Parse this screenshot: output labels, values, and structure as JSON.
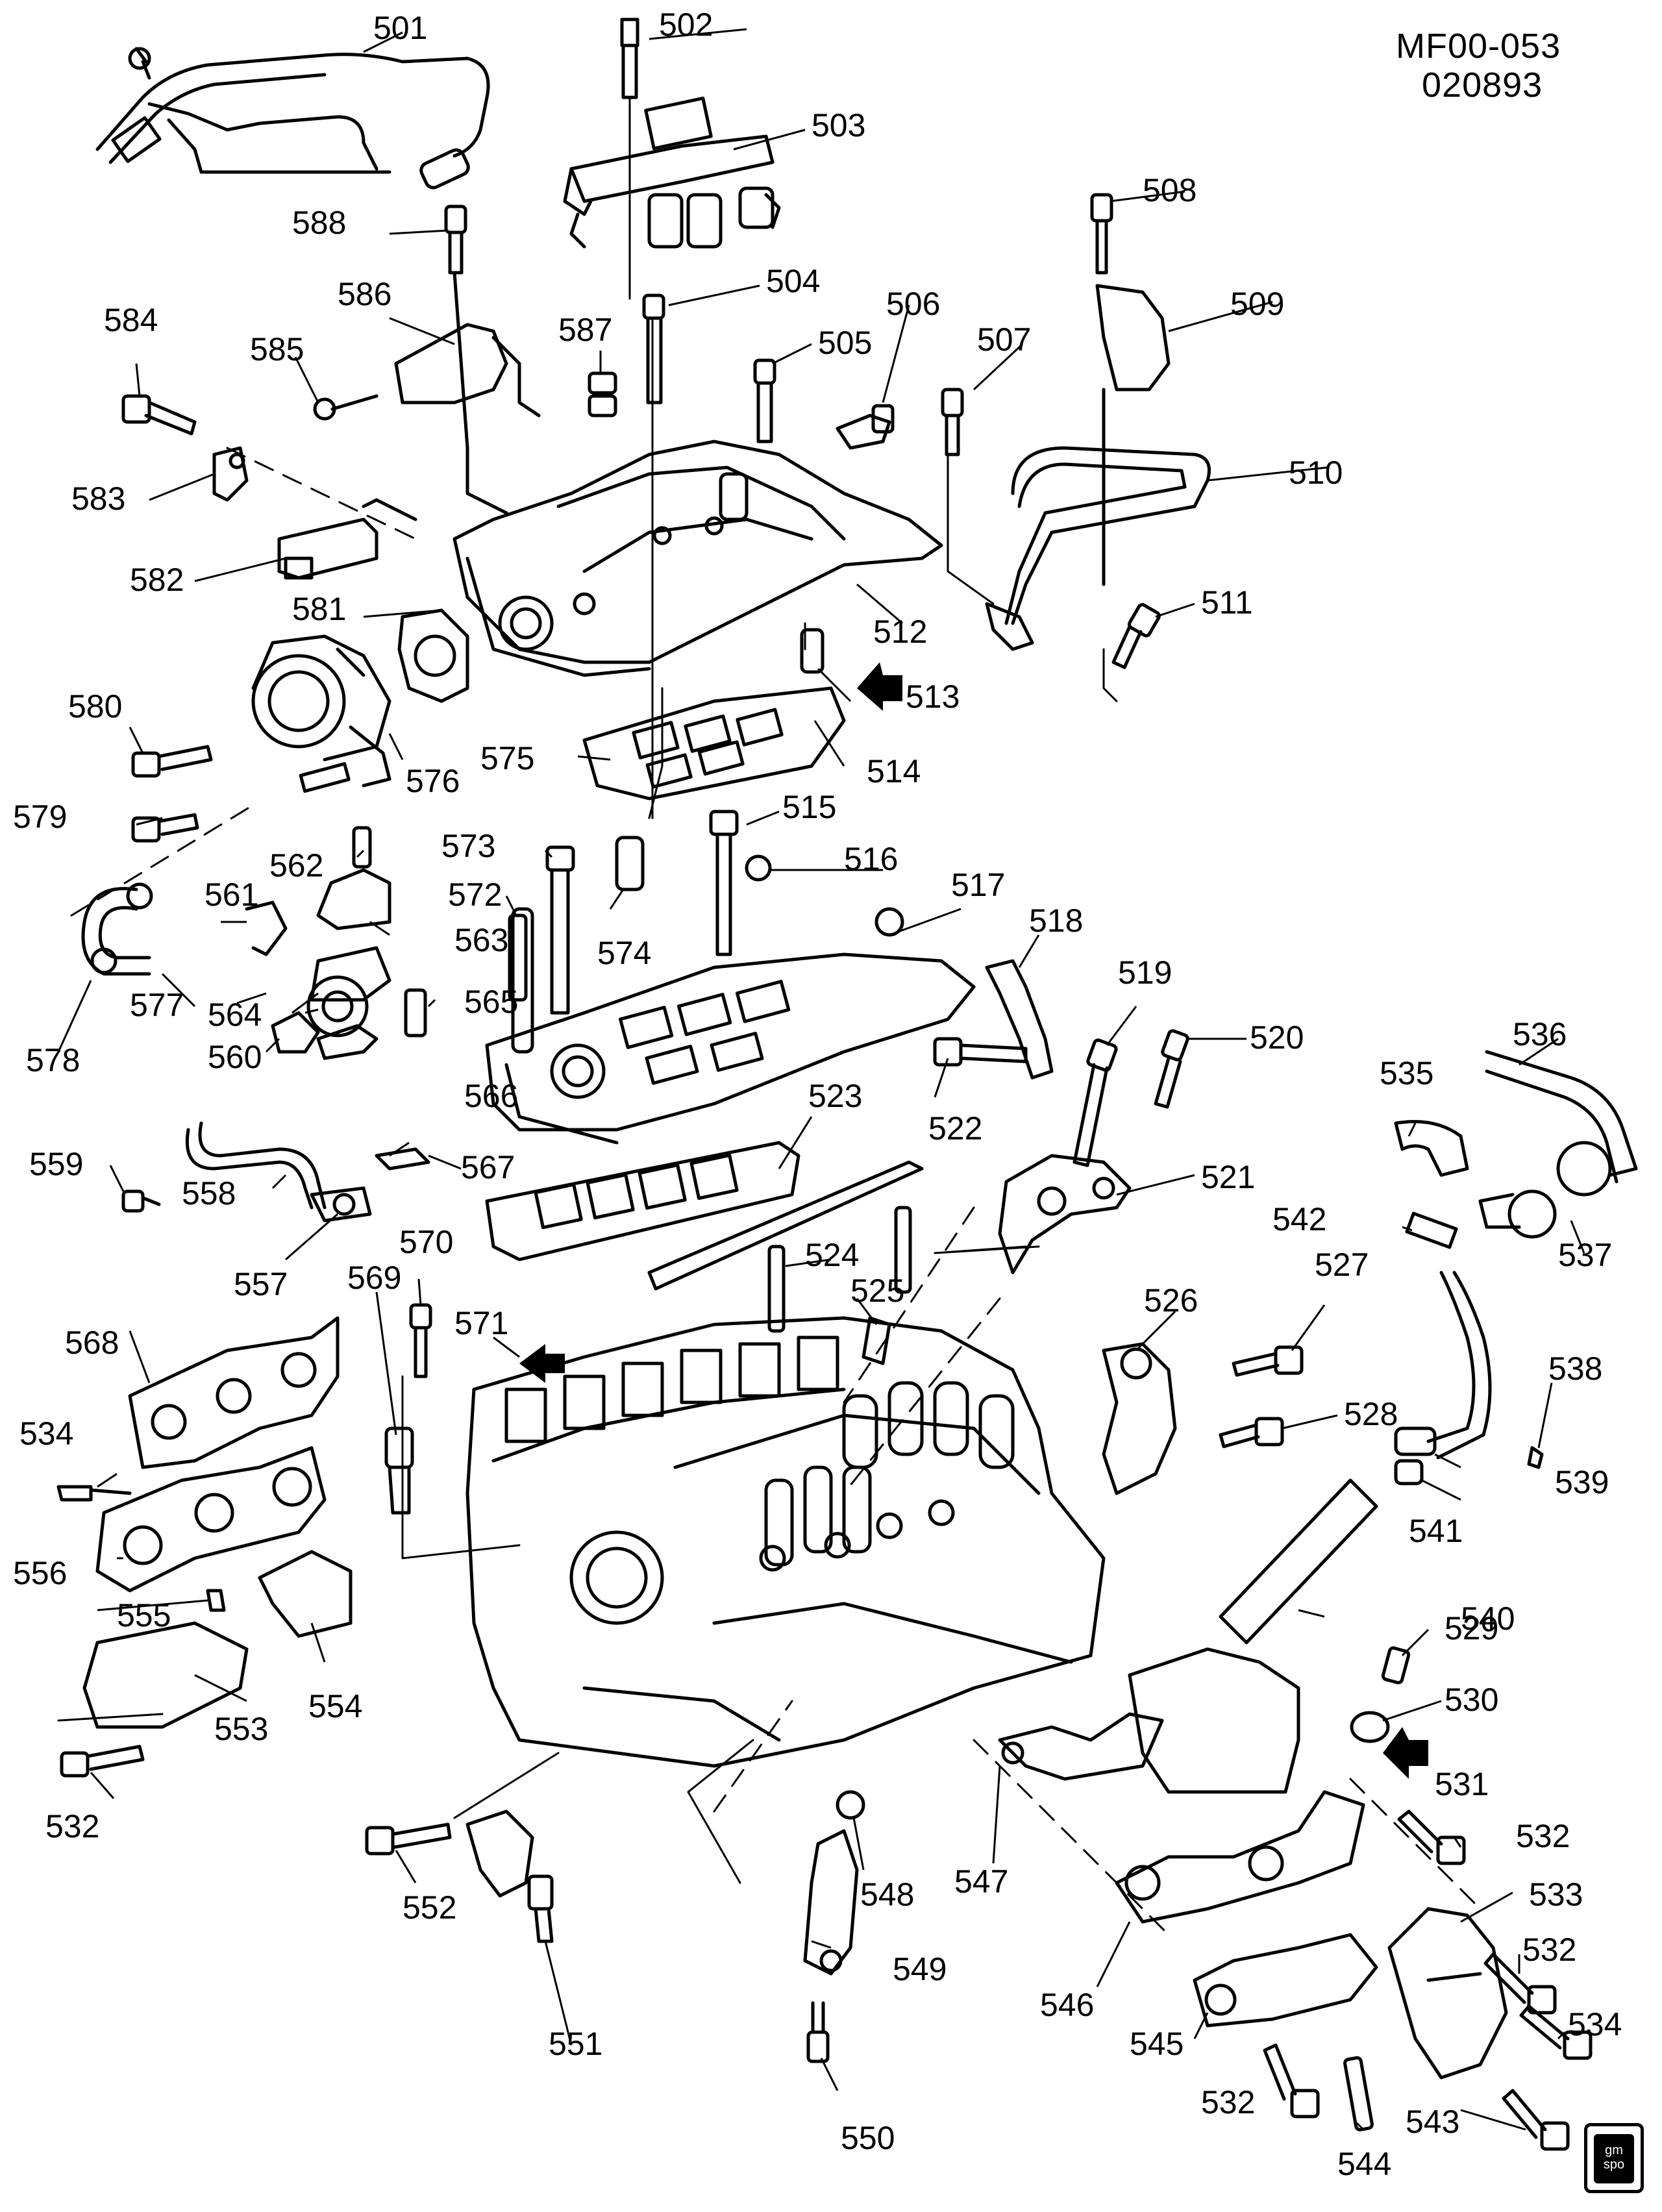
{
  "header": {
    "code": "MF00-053",
    "date_code": "020893"
  },
  "logo": {
    "text": "gm spo"
  },
  "callouts": [
    {
      "id": "501",
      "label": "501"
    },
    {
      "id": "502",
      "label": "502"
    },
    {
      "id": "503",
      "label": "503"
    },
    {
      "id": "504",
      "label": "504"
    },
    {
      "id": "505",
      "label": "505"
    },
    {
      "id": "506",
      "label": "506"
    },
    {
      "id": "507",
      "label": "507"
    },
    {
      "id": "508",
      "label": "508"
    },
    {
      "id": "509",
      "label": "509"
    },
    {
      "id": "510",
      "label": "510"
    },
    {
      "id": "511",
      "label": "511"
    },
    {
      "id": "512",
      "label": "512"
    },
    {
      "id": "513",
      "label": "513"
    },
    {
      "id": "514",
      "label": "514"
    },
    {
      "id": "515",
      "label": "515"
    },
    {
      "id": "516",
      "label": "516"
    },
    {
      "id": "517",
      "label": "517"
    },
    {
      "id": "518",
      "label": "518"
    },
    {
      "id": "519",
      "label": "519"
    },
    {
      "id": "520",
      "label": "520"
    },
    {
      "id": "521",
      "label": "521"
    },
    {
      "id": "522",
      "label": "522"
    },
    {
      "id": "523",
      "label": "523"
    },
    {
      "id": "524",
      "label": "524"
    },
    {
      "id": "525",
      "label": "525"
    },
    {
      "id": "526",
      "label": "526"
    },
    {
      "id": "527",
      "label": "527"
    },
    {
      "id": "528",
      "label": "528"
    },
    {
      "id": "529",
      "label": "529"
    },
    {
      "id": "530",
      "label": "530"
    },
    {
      "id": "531",
      "label": "531"
    },
    {
      "id": "532a",
      "label": "532"
    },
    {
      "id": "533",
      "label": "533"
    },
    {
      "id": "532b",
      "label": "532"
    },
    {
      "id": "534a",
      "label": "534"
    },
    {
      "id": "532c",
      "label": "532"
    },
    {
      "id": "543",
      "label": "543"
    },
    {
      "id": "544",
      "label": "544"
    },
    {
      "id": "545",
      "label": "545"
    },
    {
      "id": "546",
      "label": "546"
    },
    {
      "id": "547",
      "label": "547"
    },
    {
      "id": "535",
      "label": "535"
    },
    {
      "id": "536",
      "label": "536"
    },
    {
      "id": "537",
      "label": "537"
    },
    {
      "id": "538",
      "label": "538"
    },
    {
      "id": "539",
      "label": "539"
    },
    {
      "id": "540",
      "label": "540"
    },
    {
      "id": "541",
      "label": "541"
    },
    {
      "id": "542",
      "label": "542"
    },
    {
      "id": "548",
      "label": "548"
    },
    {
      "id": "549",
      "label": "549"
    },
    {
      "id": "550",
      "label": "550"
    },
    {
      "id": "551",
      "label": "551"
    },
    {
      "id": "552",
      "label": "552"
    },
    {
      "id": "532d",
      "label": "532"
    },
    {
      "id": "553",
      "label": "553"
    },
    {
      "id": "554",
      "label": "554"
    },
    {
      "id": "555",
      "label": "555"
    },
    {
      "id": "556",
      "label": "556"
    },
    {
      "id": "534b",
      "label": "534"
    },
    {
      "id": "568",
      "label": "568"
    },
    {
      "id": "569",
      "label": "569"
    },
    {
      "id": "570",
      "label": "570"
    },
    {
      "id": "571",
      "label": "571"
    },
    {
      "id": "557",
      "label": "557"
    },
    {
      "id": "558",
      "label": "558"
    },
    {
      "id": "559",
      "label": "559"
    },
    {
      "id": "560",
      "label": "560"
    },
    {
      "id": "561",
      "label": "561"
    },
    {
      "id": "562",
      "label": "562"
    },
    {
      "id": "563",
      "label": "563"
    },
    {
      "id": "564",
      "label": "564"
    },
    {
      "id": "565",
      "label": "565"
    },
    {
      "id": "566",
      "label": "566"
    },
    {
      "id": "567",
      "label": "567"
    },
    {
      "id": "572",
      "label": "572"
    },
    {
      "id": "573",
      "label": "573"
    },
    {
      "id": "574",
      "label": "574"
    },
    {
      "id": "575",
      "label": "575"
    },
    {
      "id": "576",
      "label": "576"
    },
    {
      "id": "577",
      "label": "577"
    },
    {
      "id": "578",
      "label": "578"
    },
    {
      "id": "579",
      "label": "579"
    },
    {
      "id": "580",
      "label": "580"
    },
    {
      "id": "581",
      "label": "581"
    },
    {
      "id": "582",
      "label": "582"
    },
    {
      "id": "583",
      "label": "583"
    },
    {
      "id": "584",
      "label": "584"
    },
    {
      "id": "585",
      "label": "585"
    },
    {
      "id": "586",
      "label": "586"
    },
    {
      "id": "587",
      "label": "587"
    },
    {
      "id": "588",
      "label": "588"
    }
  ]
}
